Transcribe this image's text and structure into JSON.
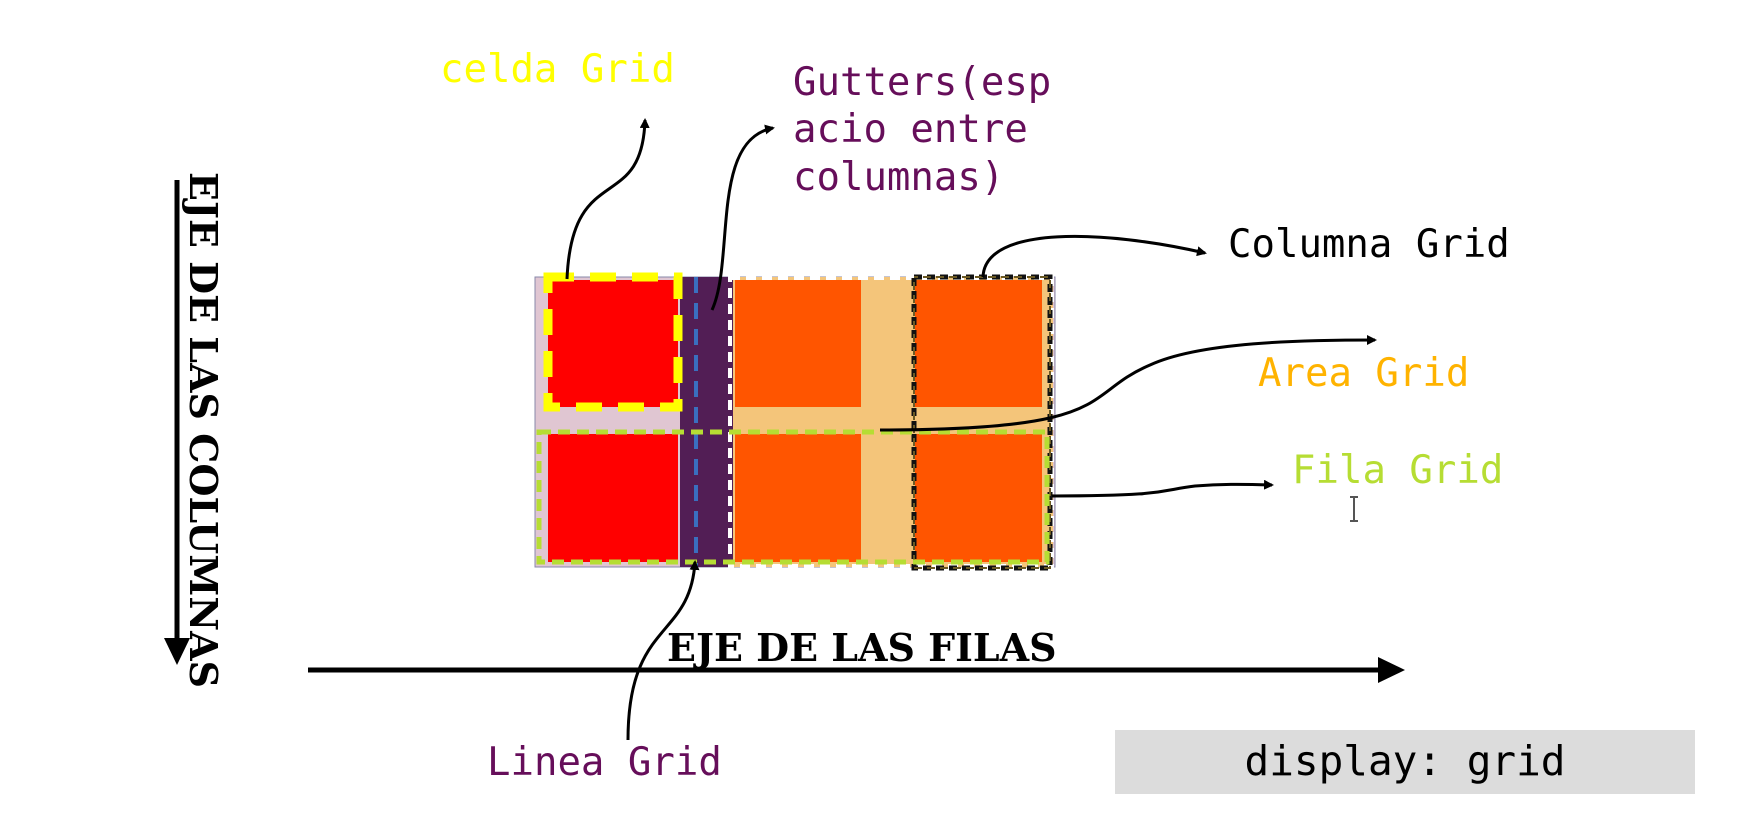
{
  "labels": {
    "celda": "celda Grid",
    "gutters_line1": "Gutters(esp",
    "gutters_line2": "acio entre",
    "gutters_line3": "columnas)",
    "columna": "Columna Grid",
    "area": "Area Grid",
    "fila": "Fila Grid",
    "linea": "Linea Grid",
    "eje_filas": "EJE DE LAS FILAS",
    "eje_columnas": "EJE DE LAS COLUMNAS",
    "display": "display: grid"
  },
  "colors": {
    "celda": "#ffff00",
    "gutters": "#660e5a",
    "columna": "#000000",
    "area": "#ffb300",
    "fila": "#b6dd33",
    "linea": "#660e5a",
    "cell_red": "#ff0000",
    "cell_orange": "#ff5500",
    "area_bg": "#f4c57a",
    "gutter_bg": "#521e55",
    "container_bg": "#e0c6d2",
    "line_blue": "#3a6fbf",
    "display_bg": "#dcdcdc"
  },
  "icons": {
    "cursor": "text-cursor-icon"
  }
}
